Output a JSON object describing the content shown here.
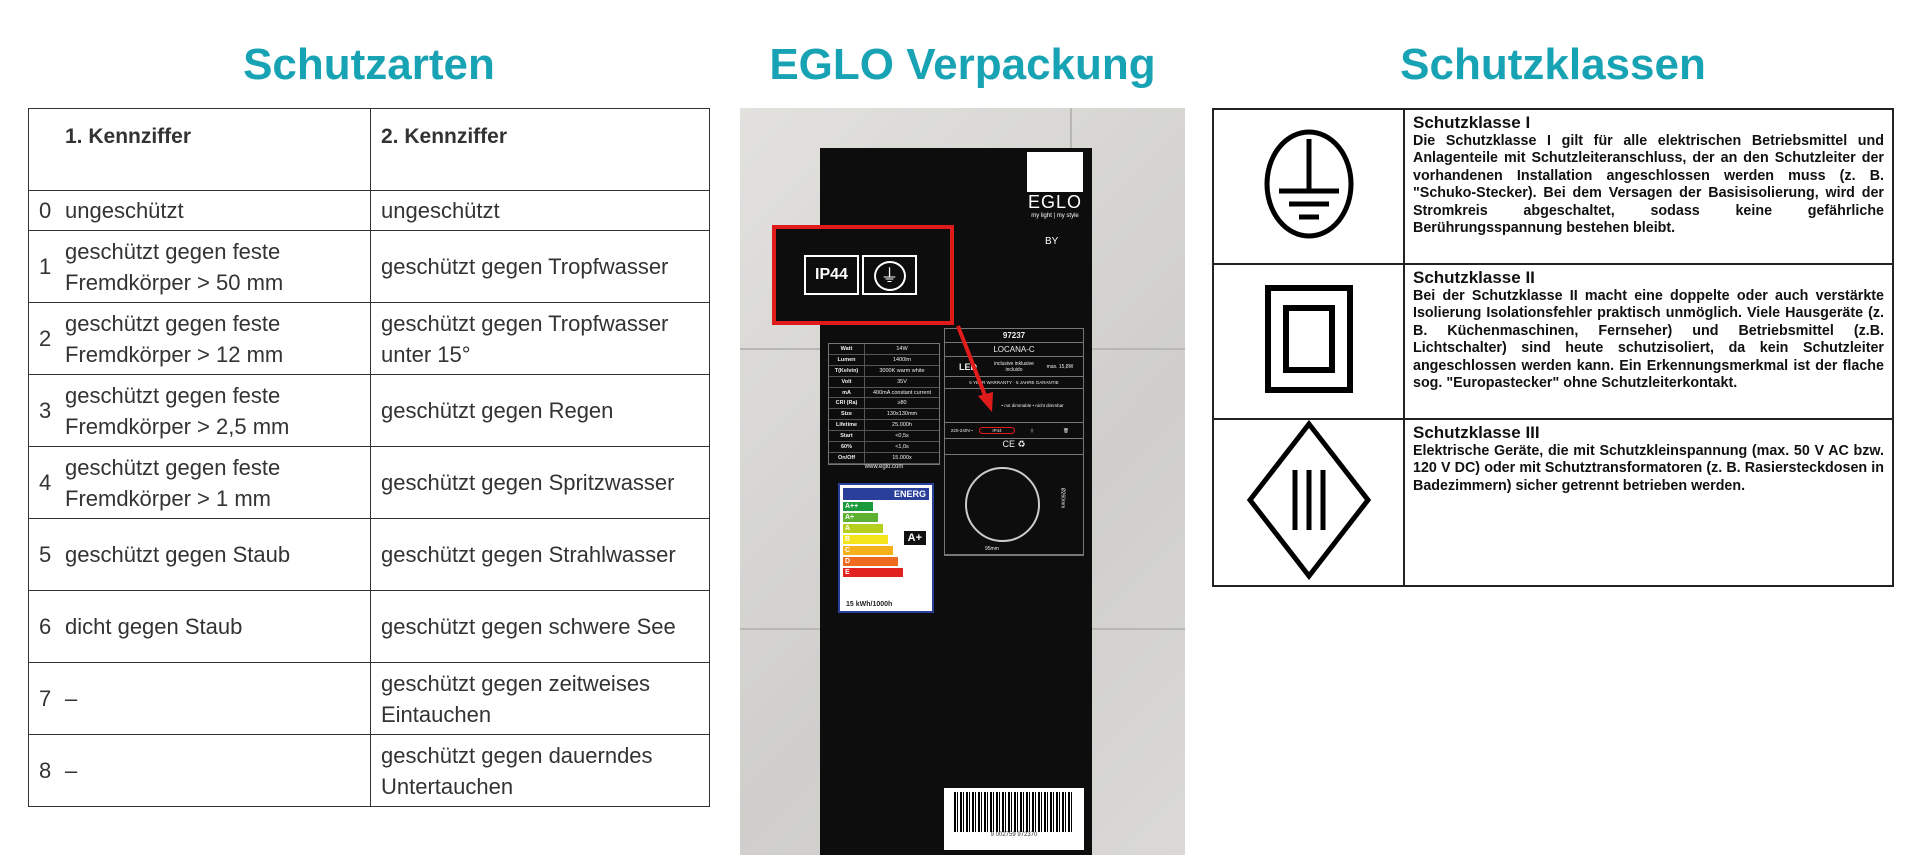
{
  "titles": {
    "schutzarten": "Schutzarten",
    "verpackung": "EGLO Verpackung",
    "schutzklassen": "Schutzklassen"
  },
  "schutzarten": {
    "headers": [
      "1. Kennziffer",
      "2. Kennziffer"
    ],
    "rows": [
      {
        "num": "0",
        "first": "ungeschützt",
        "second": "ungeschützt"
      },
      {
        "num": "1",
        "first": "geschützt gegen feste Fremdkörper > 50 mm",
        "second": "geschützt gegen Tropfwasser"
      },
      {
        "num": "2",
        "first": "geschützt gegen feste Fremdkörper > 12 mm",
        "second": "geschützt gegen Tropfwasser unter 15°"
      },
      {
        "num": "3",
        "first": "geschützt gegen feste Fremdkörper > 2,5 mm",
        "second": "geschützt gegen Regen"
      },
      {
        "num": "4",
        "first": "geschützt gegen feste Fremdkörper > 1 mm",
        "second": "geschützt gegen Spritzwasser"
      },
      {
        "num": "5",
        "first": "geschützt gegen Staub",
        "second": "geschützt gegen Strahlwasser"
      },
      {
        "num": "6",
        "first": "dicht gegen Staub",
        "second": "geschützt gegen schwere See"
      },
      {
        "num": "7",
        "first": "–",
        "second": "geschützt gegen zeitweises Eintauchen"
      },
      {
        "num": "8",
        "first": "–",
        "second": "geschützt gegen dauerndes Untertauchen"
      }
    ]
  },
  "packaging": {
    "brand": "EGLO",
    "slogan": "my light | my style",
    "by": "BY",
    "zoom_label": "IP44",
    "article": "97237",
    "model": "LOCANA-C",
    "led": "LED",
    "inclusive": "inclusive inklusive incluido",
    "max": "max. 15,8W",
    "warranty": "5 YEAR WARRANTY · 5 JAHRE GARANTIE",
    "dimming": "• not dimmable • nicht dimmbar",
    "ip_small": "IP44",
    "specs": [
      [
        "Watt",
        "14W"
      ],
      [
        "Lumen",
        "1400lm"
      ],
      [
        "T(Kelvin)",
        "3000K warm white"
      ],
      [
        "Volt",
        "35V"
      ],
      [
        "mA",
        "400mA constant current"
      ],
      [
        "CRI (Ra)",
        "≥80"
      ],
      [
        "Size",
        "130x130mm"
      ],
      [
        "Lifetime",
        "25.000h"
      ],
      [
        "Start",
        "<0,5s"
      ],
      [
        "60%",
        "<1,0s"
      ],
      [
        "On/Off",
        "15.000x"
      ]
    ],
    "website": "www.eglo.com",
    "energy_header": "ENERG",
    "energy_classes": [
      "A++",
      "A+",
      "A",
      "B",
      "C",
      "D",
      "E"
    ],
    "energy_colors": [
      "#1a9a3a",
      "#5db030",
      "#b6cf1e",
      "#f4e51a",
      "#f6b01a",
      "#ee6a1e",
      "#e1221e"
    ],
    "energy_rating": "A+",
    "energy_kwh": "15 kWh/1000h",
    "diameter": "Ø260mm",
    "depth": "95mm",
    "barcode": "9 002759 972370"
  },
  "schutzklassen": [
    {
      "title": "Schutzklasse I",
      "text": "Die Schutzklasse I gilt für alle elektrischen Betriebsmittel und Anlagenteile mit Schutzleiteranschluss, der an den Schutzleiter der vorhandenen Installation angeschlossen werden muss (z. B. \"Schuko-Stecker). Bei dem Versagen der Basisisolierung, wird der Stromkreis abgeschaltet, sodass keine gefährliche Berührungsspannung bestehen bleibt.",
      "icon": "protective-earth-icon"
    },
    {
      "title": "Schutzklasse II",
      "text": "Bei der Schutzklasse II macht eine doppelte oder auch verstärkte Isolierung Isolationsfehler praktisch unmöglich. Viele Hausgeräte (z. B. Küchenmaschinen, Fernseher) und Betriebsmittel (z.B. Lichtschalter) sind heute schutzisoliert, da kein Schutzleiter angeschlossen werden kann. Ein Erkennungsmerkmal ist der flache sog. \"Europastecker\" ohne Schutzleiterkontakt.",
      "icon": "double-insulation-icon"
    },
    {
      "title": "Schutzklasse III",
      "text": "Elektrische Geräte, die mit Schutzkleinspannung (max. 50 V AC bzw. 120 V DC) oder mit Schutztransformatoren (z. B. Rasiersteckdosen in Badezimmern) sicher getrennt betrieben werden.",
      "icon": "safety-extra-low-voltage-icon"
    }
  ]
}
